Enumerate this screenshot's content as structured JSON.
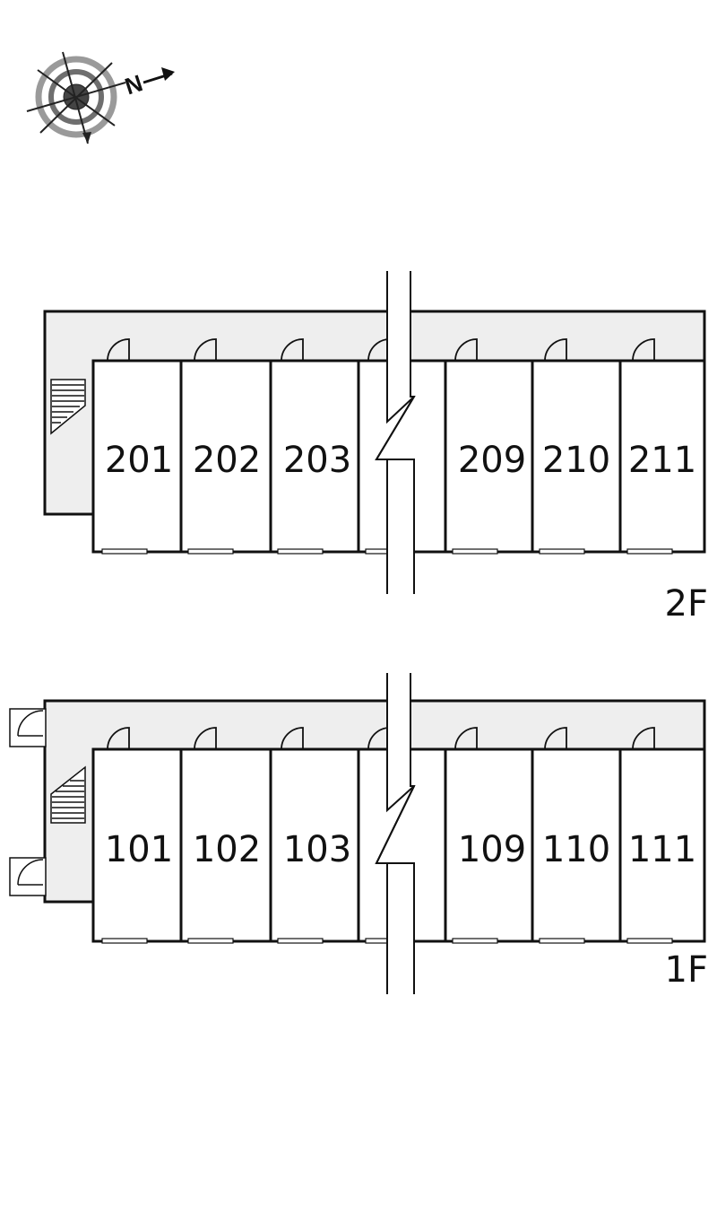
{
  "compass": {
    "label": "N",
    "icon": "north-compass-icon"
  },
  "floors": [
    {
      "label": "2F",
      "units": [
        "201",
        "202",
        "203",
        "",
        "209",
        "210",
        "211"
      ]
    },
    {
      "label": "1F",
      "units": [
        "101",
        "102",
        "103",
        "",
        "109",
        "110",
        "111"
      ]
    }
  ],
  "colors": {
    "corridor": "#eeeeee",
    "line": "#111111",
    "background": "#ffffff"
  }
}
